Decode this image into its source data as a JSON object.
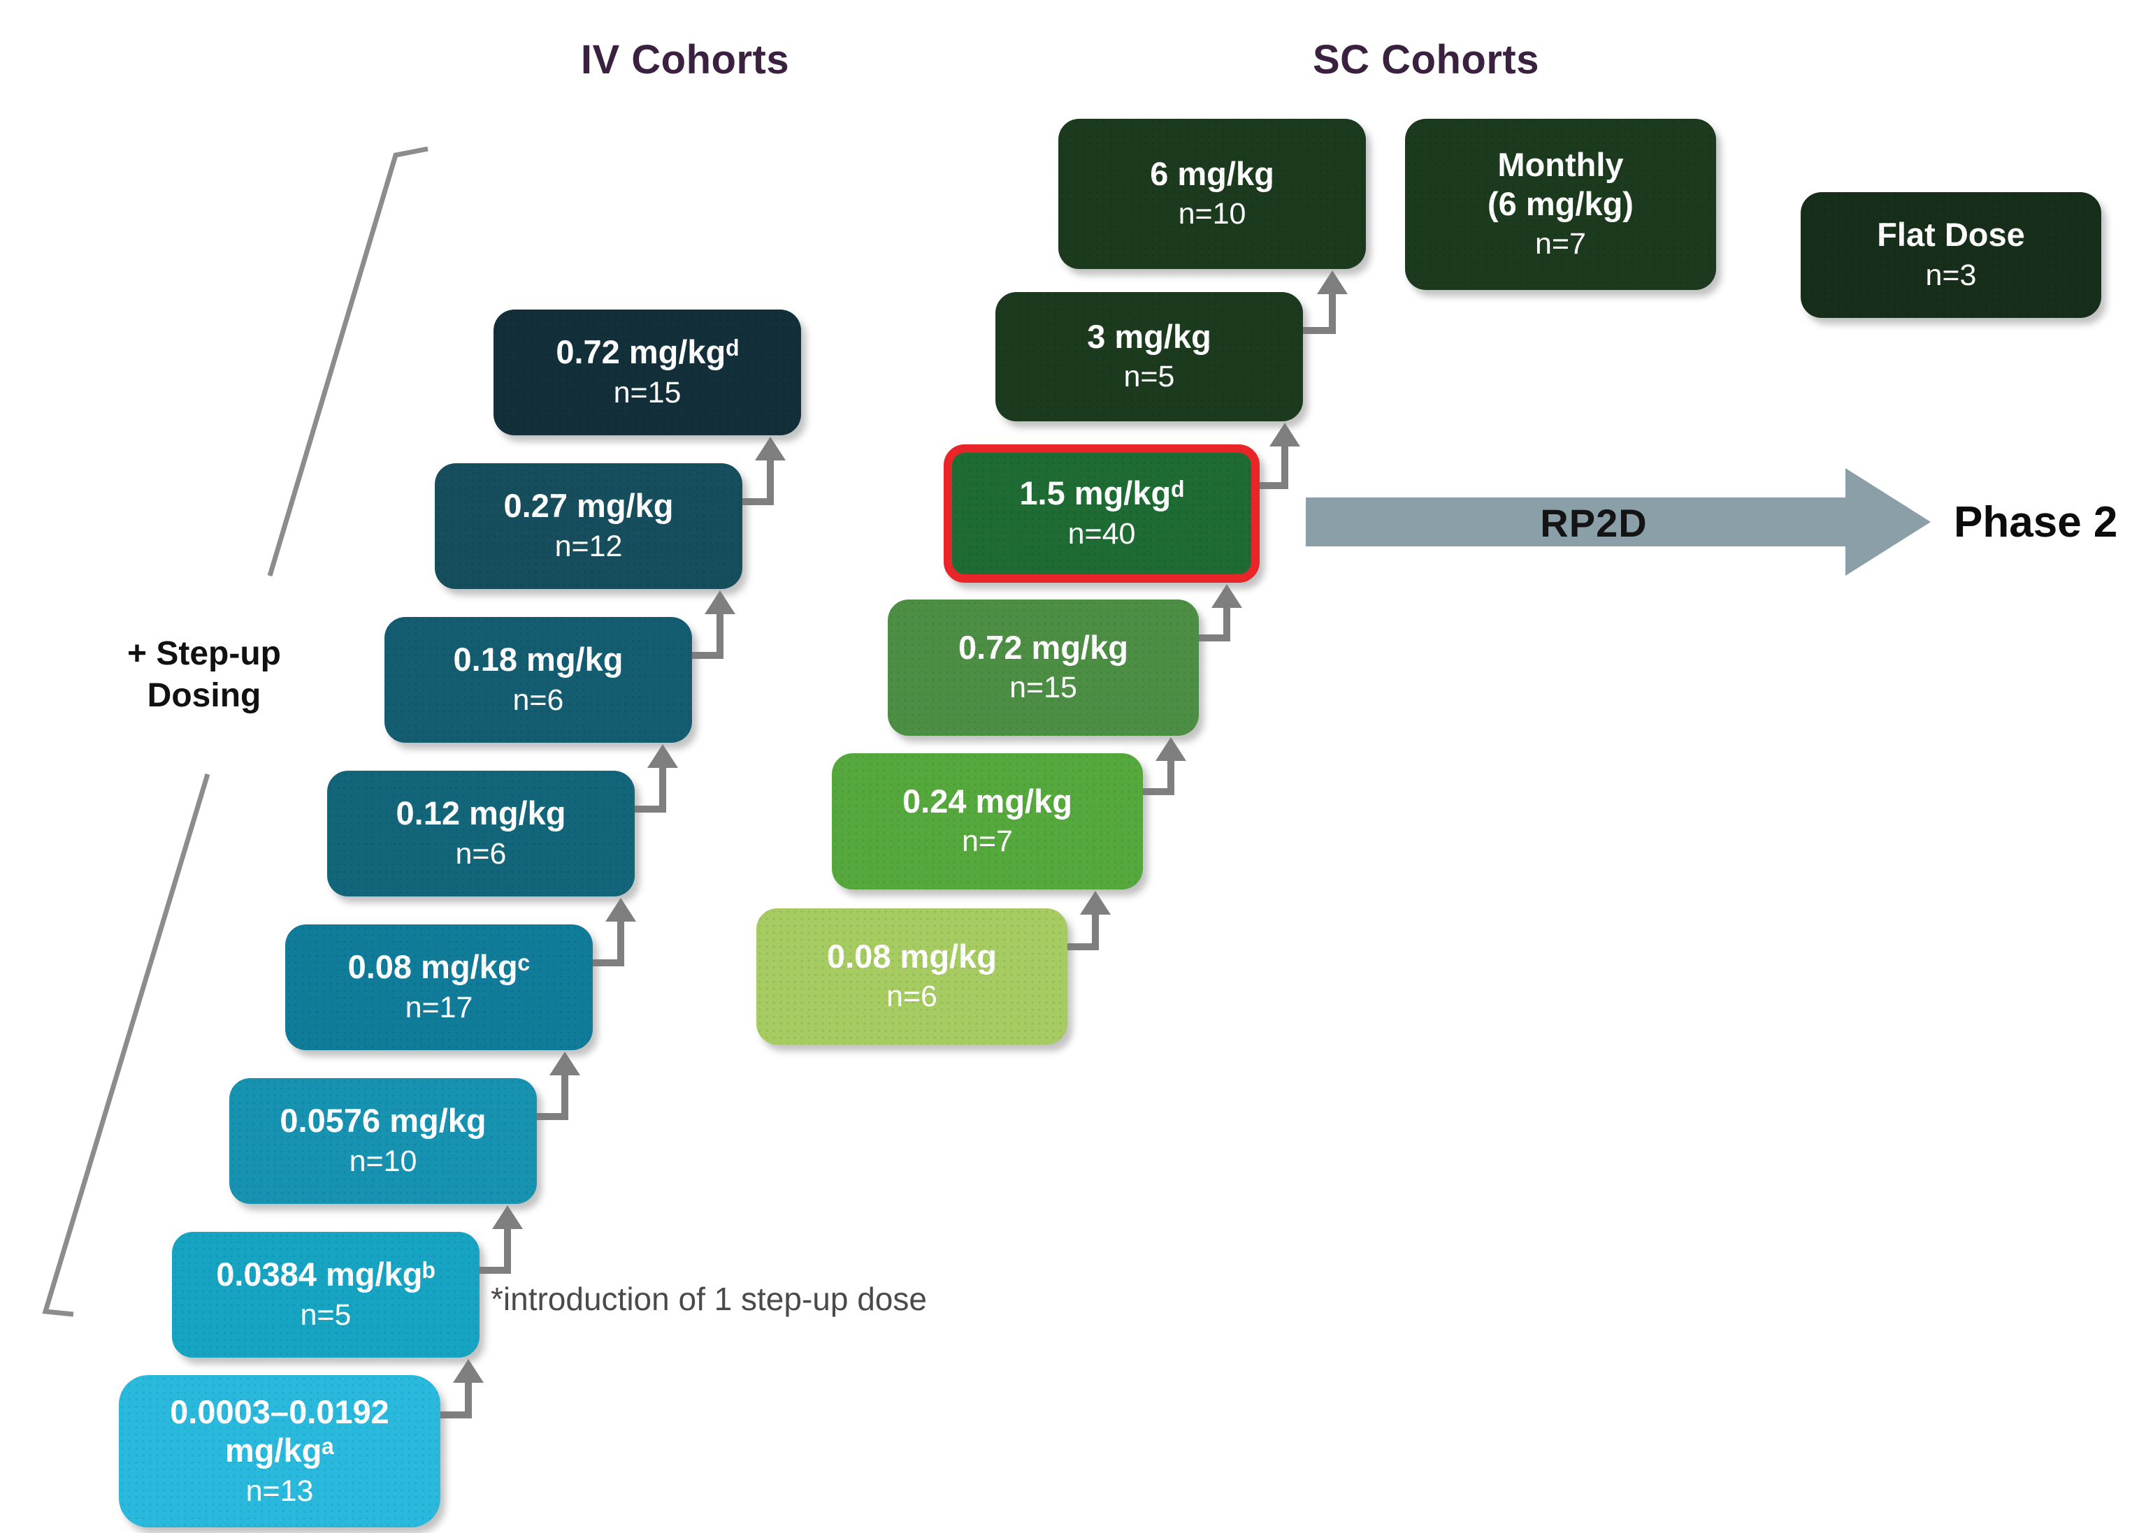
{
  "iv_cohorts": {
    "title": "IV Cohorts",
    "boxes": [
      {
        "dose": "0.0003–0.0192",
        "dose2": "mg/kgᵃ",
        "n": "n=13",
        "color": "#29b9dc"
      },
      {
        "dose": "0.0384 mg/kgᵇ",
        "n": "n=5",
        "color": "#17a3c2"
      },
      {
        "dose": "0.0576 mg/kg",
        "n": "n=10",
        "color": "#1792b0"
      },
      {
        "dose": "0.08 mg/kgᶜ",
        "n": "n=17",
        "color": "#107c99"
      },
      {
        "dose": "0.12 mg/kg",
        "n": "n=6",
        "color": "#136579"
      },
      {
        "dose": "0.18 mg/kg",
        "n": "n=6",
        "color": "#145c70"
      },
      {
        "dose": "0.27 mg/kg",
        "n": "n=12",
        "color": "#164e5d"
      },
      {
        "dose": "0.72 mg/kgᵈ",
        "n": "n=15",
        "color": "#122f3a"
      }
    ]
  },
  "sc_cohorts": {
    "title": "SC Cohorts",
    "boxes": [
      {
        "dose": "0.08 mg/kg",
        "n": "n=6",
        "color": "#a6cb61"
      },
      {
        "dose": "0.24 mg/kg",
        "n": "n=7",
        "color": "#55a93c"
      },
      {
        "dose": "0.72 mg/kg",
        "n": "n=15",
        "color": "#4c8e44"
      },
      {
        "dose": "1.5 mg/kgᵈ",
        "n": "n=40",
        "color": "#1e6b34",
        "highlight_border": "#e8262a"
      },
      {
        "dose": "3 mg/kg",
        "n": "n=5",
        "color": "#1c3a1e"
      },
      {
        "dose": "6 mg/kg",
        "n": "n=10",
        "color": "#1c3a1e"
      },
      {
        "dose": "Monthly",
        "dose2": "(6 mg/kg)",
        "n": "n=7",
        "color": "#1c3a1e"
      },
      {
        "dose": "Flat Dose",
        "n": "n=3",
        "color": "#172e1a"
      }
    ]
  },
  "left_label": {
    "line1": "+ Step-up",
    "line2": "Dosing"
  },
  "footnote": "*introduction of 1 step-up dose",
  "rp2d_arrow": {
    "label": "RP2D",
    "target": "Phase 2",
    "color": "#8a9fa8"
  },
  "connector_color": "#7f7f7f",
  "guide_line_color": "#8c8c8c"
}
